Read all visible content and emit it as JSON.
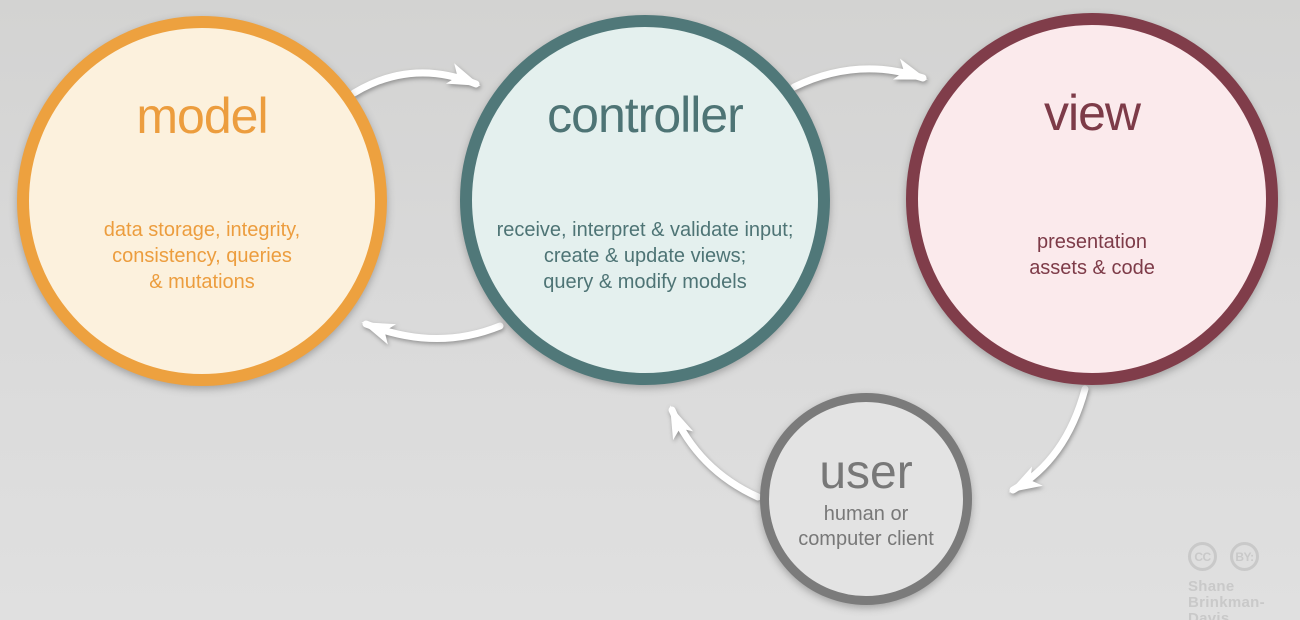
{
  "canvas": {
    "background_top": "#d3d3d2",
    "background_bottom": "#e0e0e0"
  },
  "nodes": [
    {
      "id": "model",
      "title": "model",
      "description": "data storage, integrity,\nconsistency, queries\n& mutations",
      "border_color": "#eda13f",
      "fill_color": "#fcf1dd",
      "text_color": "#ec9d3e"
    },
    {
      "id": "controller",
      "title": "controller",
      "description": "receive, interpret & validate input;\ncreate & update views;\nquery & modify models",
      "border_color": "#507879",
      "fill_color": "#e4f0ee",
      "text_color": "#4e7475"
    },
    {
      "id": "view",
      "title": "view",
      "description": "presentation\nassets & code",
      "border_color": "#803d4a",
      "fill_color": "#fbeaec",
      "text_color": "#7d3b48"
    },
    {
      "id": "user",
      "title": "user",
      "description": "human or\ncomputer client",
      "border_color": "#7b7b7b",
      "fill_color": "#e3e3e3",
      "text_color": "#787878"
    }
  ],
  "connections": [
    {
      "from": "model",
      "to": "controller"
    },
    {
      "from": "controller",
      "to": "view"
    },
    {
      "from": "controller",
      "to": "model"
    },
    {
      "from": "view",
      "to": "user"
    },
    {
      "from": "user",
      "to": "controller"
    }
  ],
  "arrow_color": "#ffffff",
  "attribution": {
    "cc_label": "CC",
    "by_label": "BY:",
    "author_line1": "Shane",
    "author_line2": "Brinkman-Davis",
    "color": "#c9c9c9"
  }
}
